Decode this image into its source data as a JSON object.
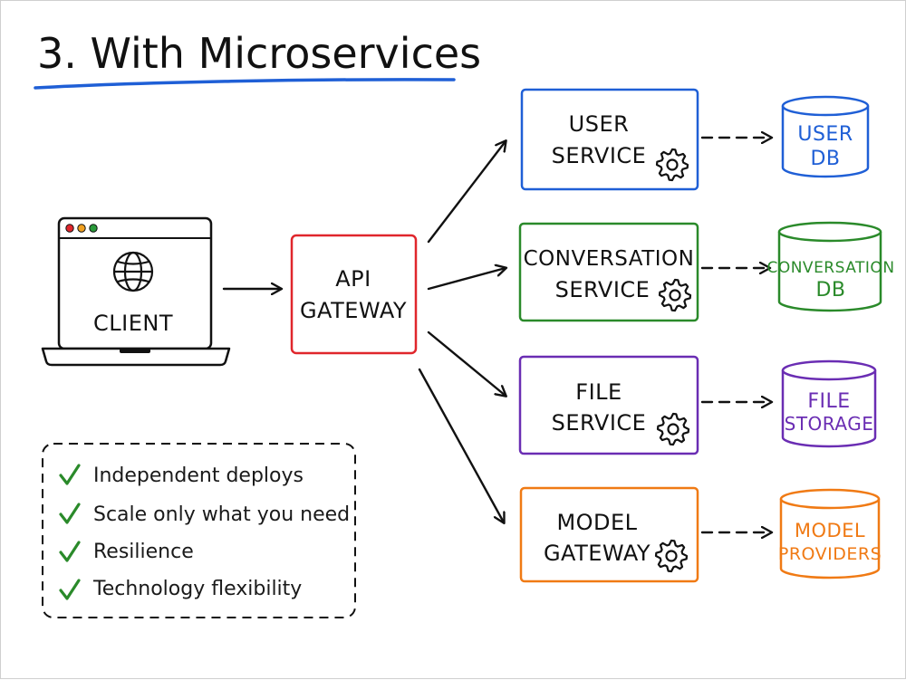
{
  "title": "3. With Microservices",
  "colors": {
    "ink": "#111111",
    "title_underline": "#1f5fd6",
    "gateway": "#e0262c",
    "user": "#1f5fd6",
    "conversation": "#2a8a2a",
    "file": "#6a2db3",
    "model": "#f07a14",
    "check": "#2a8a2a"
  },
  "client": {
    "label": "CLIENT",
    "globe_icon": "globe-icon",
    "window_dots": [
      "#e0262c",
      "#f0a020",
      "#2a9a3a"
    ]
  },
  "gateway": {
    "line1": "API",
    "line2": "GATEWAY"
  },
  "services": [
    {
      "key": "user",
      "line1": "USER",
      "line2": "SERVICE",
      "icon": "gear-icon",
      "db": {
        "line1": "USER",
        "line2": "DB"
      }
    },
    {
      "key": "conversation",
      "line1": "CONVERSATION",
      "line2": "SERVICE",
      "icon": "gear-icon",
      "db": {
        "line1": "CONVERSATION",
        "line2": "DB"
      }
    },
    {
      "key": "file",
      "line1": "FILE",
      "line2": "SERVICE",
      "icon": "gear-icon",
      "db": {
        "line1": "FILE",
        "line2": "STORAGE"
      }
    },
    {
      "key": "model",
      "line1": "MODEL",
      "line2": "GATEWAY",
      "icon": "gear-icon",
      "db": {
        "line1": "MODEL",
        "line2": "PROVIDERS"
      }
    }
  ],
  "benefits": [
    "Independent deploys",
    "Scale only what you need",
    "Resilience",
    "Technology flexibility"
  ]
}
